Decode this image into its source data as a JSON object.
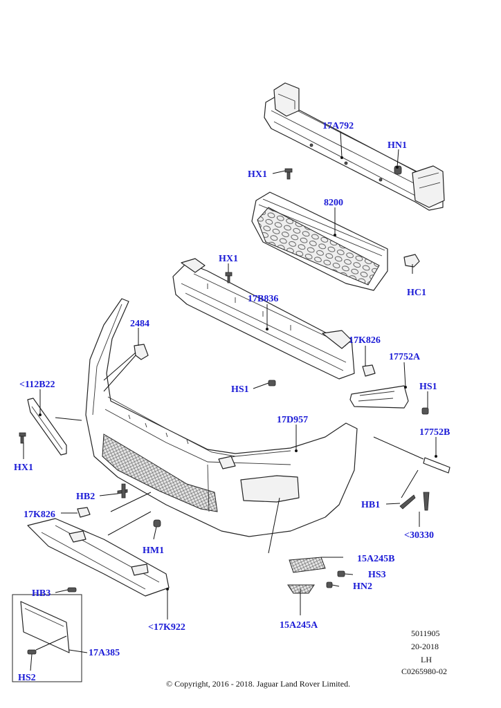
{
  "labels": {
    "l_17A792": "17A792",
    "l_HN1": "HN1",
    "l_HX1_top": "HX1",
    "l_8200": "8200",
    "l_HX1_mid": "HX1",
    "l_HC1": "HC1",
    "l_17B836": "17B836",
    "l_2484": "2484",
    "l_17K826_right": "17K826",
    "l_17752A": "17752A",
    "l_112B22": "<112B22",
    "l_HS1_left": "HS1",
    "l_HS1_right": "HS1",
    "l_17D957": "17D957",
    "l_17752B": "17752B",
    "l_HX1_left": "HX1",
    "l_HB2": "HB2",
    "l_HB1": "HB1",
    "l_17K826_left": "17K826",
    "l_HM1": "HM1",
    "l_30330": "<30330",
    "l_15A245B": "15A245B",
    "l_HS3": "HS3",
    "l_HB3": "HB3",
    "l_HN2": "HN2",
    "l_17K922": "<17K922",
    "l_15A245A": "15A245A",
    "l_17A385": "17A385",
    "l_HS2": "HS2"
  },
  "meta": {
    "ref1": "5011905",
    "ref2": "20-2018",
    "ref3": "LH",
    "ref4": "C0265980-02"
  },
  "footer": {
    "copyright": "© Copyright, 2016 - 2018. Jaguar Land Rover Limited."
  },
  "colors": {
    "label": "#1a1ad6",
    "line": "#222222"
  }
}
